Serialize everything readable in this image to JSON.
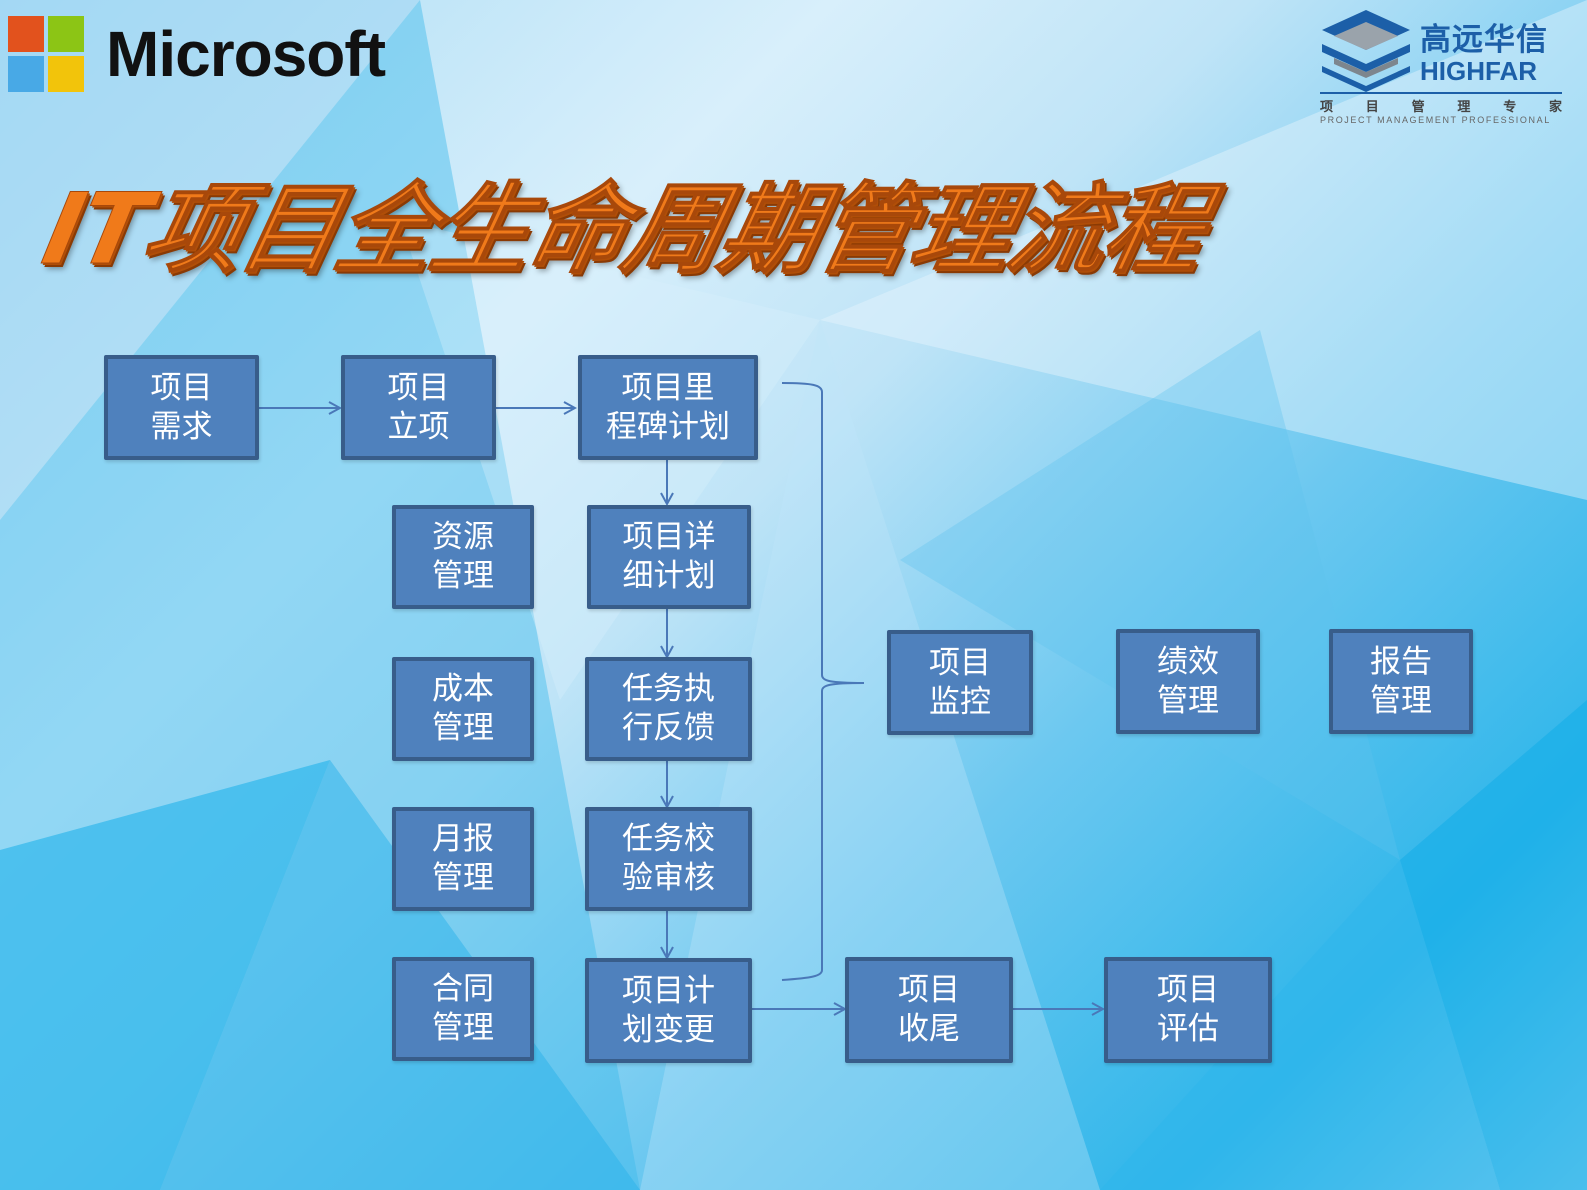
{
  "logos": {
    "microsoft": {
      "text": "Microsoft",
      "colors": [
        "#f25022",
        "#7fba00",
        "#00a4ef",
        "#ffb900"
      ]
    },
    "highfar": {
      "name_cn": "高远华信",
      "name_en": "HIGHFAR",
      "tagline_cn": [
        "项",
        "目",
        "管",
        "理",
        "专",
        "家"
      ],
      "tagline_en": "PROJECT MANAGEMENT PROFESSIONAL",
      "color": "#1c5fa8"
    }
  },
  "title": "IT项目全生命周期管理流程",
  "colors": {
    "box_fill": "#4f81bd",
    "box_border": "#385d8a",
    "connector": "#4a78b8",
    "title": "#f07a1a"
  },
  "nodes": {
    "requirements": {
      "line1": "项目",
      "line2": "需求"
    },
    "initiation": {
      "line1": "项目",
      "line2": "立项"
    },
    "milestone_plan": {
      "line1": "项目里",
      "line2": "程碑计划"
    },
    "resource_mgmt": {
      "line1": "资源",
      "line2": "管理"
    },
    "detail_plan": {
      "line1": "项目详",
      "line2": "细计划"
    },
    "cost_mgmt": {
      "line1": "成本",
      "line2": "管理"
    },
    "task_execution": {
      "line1": "任务执",
      "line2": "行反馈"
    },
    "monthly_report": {
      "line1": "月报",
      "line2": "管理"
    },
    "task_review": {
      "line1": "任务校",
      "line2": "验审核"
    },
    "contract_mgmt": {
      "line1": "合同",
      "line2": "管理"
    },
    "plan_change": {
      "line1": "项目计",
      "line2": "划变更"
    },
    "monitoring": {
      "line1": "项目",
      "line2": "监控"
    },
    "performance_mgmt": {
      "line1": "绩效",
      "line2": "管理"
    },
    "report_mgmt": {
      "line1": "报告",
      "line2": "管理"
    },
    "closing": {
      "line1": "项目",
      "line2": "收尾"
    },
    "evaluation": {
      "line1": "项目",
      "line2": "评估"
    }
  }
}
